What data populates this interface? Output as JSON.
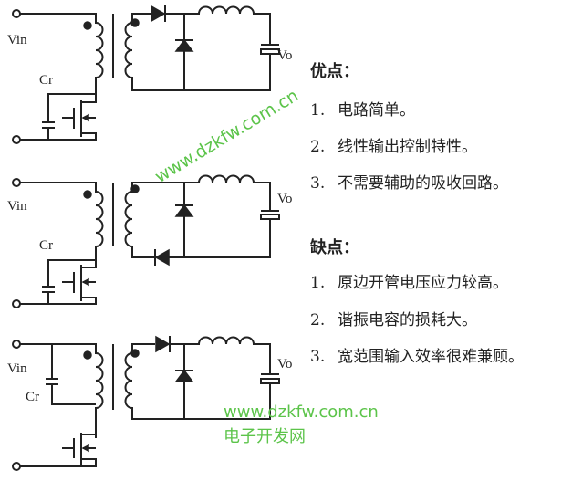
{
  "circuits": [
    {
      "vin_label": "Vin",
      "cr_label": "Cr",
      "vo_label": "Vo"
    },
    {
      "vin_label": "Vin",
      "cr_label": "Cr",
      "vo_label": "Vo"
    },
    {
      "vin_label": "Vin",
      "cr_label": "Cr",
      "vo_label": "Vo"
    }
  ],
  "advantages": {
    "heading": "优点：",
    "items": [
      {
        "num": "1.",
        "text": "电路简单。"
      },
      {
        "num": "2.",
        "text": "线性输出控制特性。"
      },
      {
        "num": "3.",
        "text": "不需要辅助的吸收回路。"
      }
    ]
  },
  "disadvantages": {
    "heading": "缺点：",
    "items": [
      {
        "num": "1.",
        "text": "原边开管电压应力较高。"
      },
      {
        "num": "2.",
        "text": "谐振电容的损耗大。"
      },
      {
        "num": "3.",
        "text": "宽范围输入效率很难兼顾。"
      }
    ]
  },
  "watermark": {
    "diagonal": "www.dzkfw.com.cn",
    "url": "www.dzkfw.com.cn",
    "site_name": "电子开发网",
    "color": "#5cc44a"
  }
}
